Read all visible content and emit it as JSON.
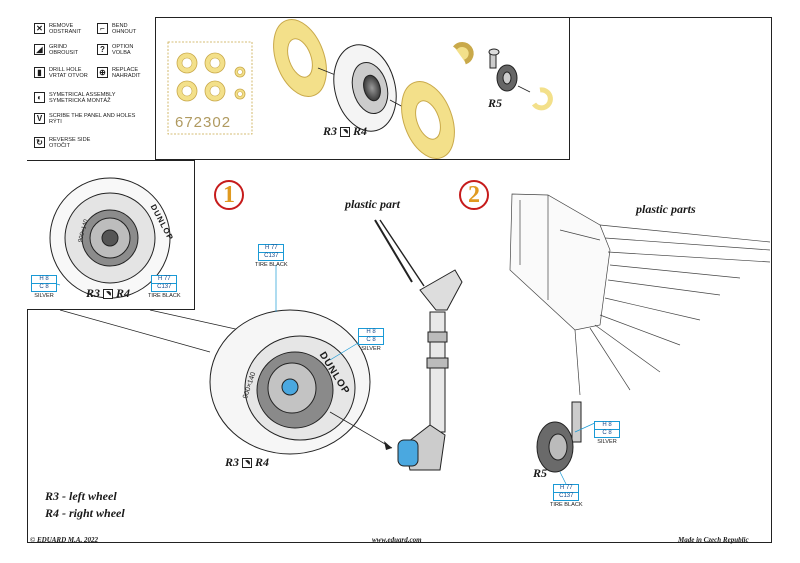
{
  "legend": [
    {
      "icon": "remove-icon",
      "glyph": "✕",
      "text": "REMOVE\nODSTRANIT"
    },
    {
      "icon": "bend-icon",
      "glyph": "⌐",
      "text": "BEND\nOHNOUT"
    },
    {
      "icon": "grind-icon",
      "glyph": "◢",
      "text": "GRIND\nOBROUSIT"
    },
    {
      "icon": "option-icon",
      "glyph": "?",
      "text": "OPTION\nVOLBA"
    },
    {
      "icon": "drill-icon",
      "glyph": "▮",
      "text": "DRILL HOLE\nVRTAT OTVOR"
    },
    {
      "icon": "replace-icon",
      "glyph": "⊕",
      "text": "REPLACE\nNAHRADIT"
    },
    {
      "icon": "symmetrical-icon",
      "glyph": "◐",
      "text": "SYMETRICAL ASSEMBLY\nSYMETRICKÁ MONTÁŽ"
    },
    {
      "icon": "scribe-icon",
      "glyph": "V",
      "text": "SCRIBE THE PANEL AND HOLES\nRÝTI"
    },
    {
      "icon": "reverse-icon",
      "glyph": "↻",
      "text": "REVERSE SIDE\nOTOČIT"
    }
  ],
  "sheet_number": "672302",
  "labels": {
    "r3r4_a": "R3",
    "r3r4_b": "R4",
    "r5_top": "R5",
    "r5_bottom": "R5",
    "plastic_part": "plastic part",
    "plastic_parts": "plastic parts",
    "tire_brand": "DUNLOP",
    "tire_code": "900×140"
  },
  "steps": [
    "1",
    "2"
  ],
  "paints": {
    "silver": {
      "h": "H 8",
      "c": "C 8",
      "name": "SILVER"
    },
    "black": {
      "h": "H 77",
      "c": "C137",
      "name": "TIRE BLACK"
    }
  },
  "key_lines": [
    "R3 - left wheel",
    "R4 - right wheel"
  ],
  "footer": {
    "left": "© EDUARD  M.A. 2022",
    "center": "www.eduard.com",
    "right": "Made in Czech Republic"
  },
  "colors": {
    "mask_yellow": "#f3e08a",
    "mask_stroke": "#c9a94a",
    "step_ring": "#c61b1b",
    "step_digit": "#e09a20",
    "paint_blue": "#1a9ad6",
    "hub_blue": "#4aa8e0"
  }
}
